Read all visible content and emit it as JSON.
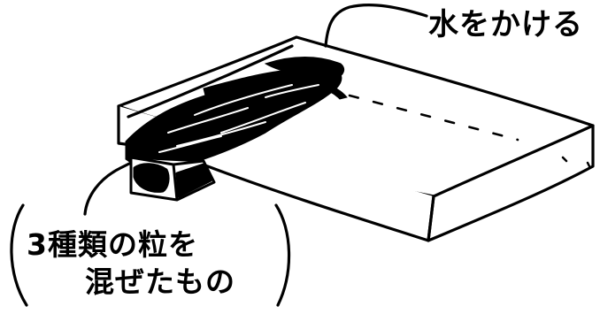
{
  "labels": {
    "water_label": "水をかける",
    "mixture_label_line1": "3種類の粒を",
    "mixture_label_line2": "混ぜたもの"
  },
  "colors": {
    "ink": "#000000",
    "paper": "#ffffff"
  }
}
